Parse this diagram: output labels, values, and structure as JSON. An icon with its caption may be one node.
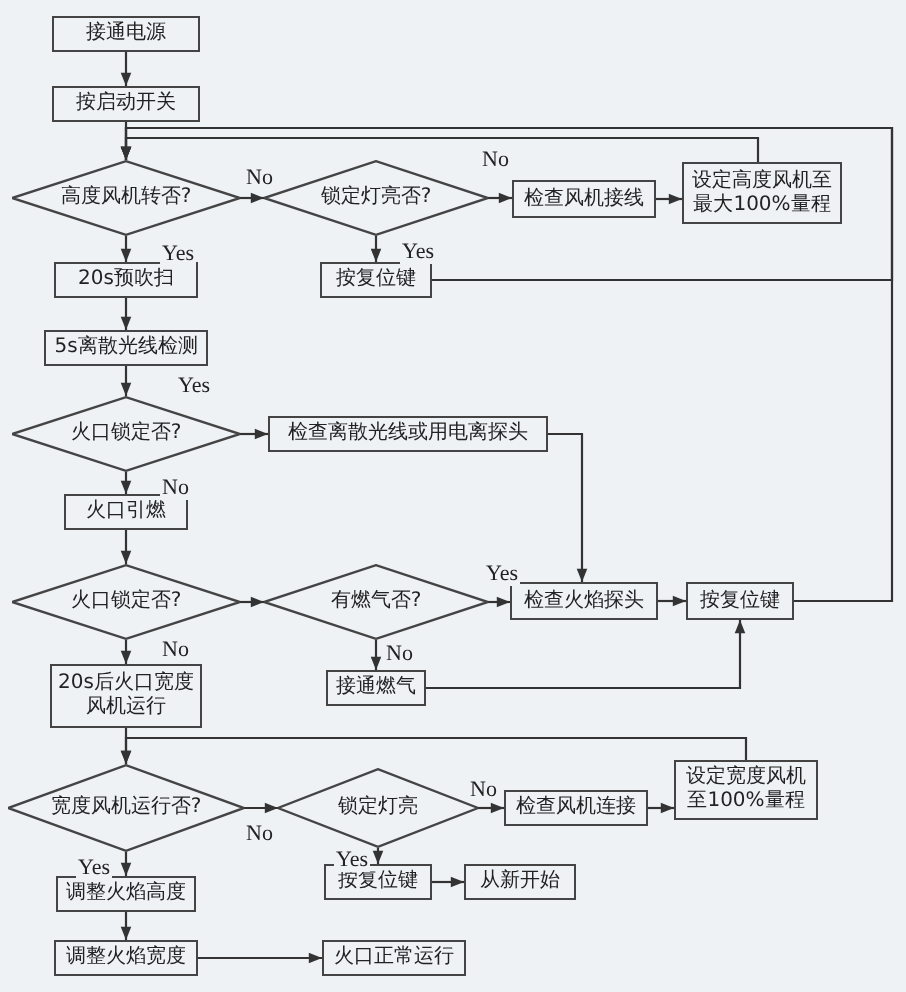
{
  "diagram": {
    "nodes": [
      {
        "text": [
          "接通电源"
        ]
      },
      {
        "text": [
          "按启动开关"
        ]
      },
      {
        "text": [
          "高度风机转否?"
        ]
      },
      {
        "text": [
          "锁定灯亮否?"
        ]
      },
      {
        "text": [
          "检查风机接线"
        ]
      },
      {
        "text": [
          "设定高度风机至最大100%量程"
        ]
      },
      {
        "text": [
          "20s预吹扫"
        ]
      },
      {
        "text": [
          "按复位键"
        ]
      },
      {
        "text": [
          "5s离散光线检测"
        ]
      },
      {
        "text": [
          "火口锁定否?"
        ]
      },
      {
        "text": [
          "检查离散光线或用电离探头"
        ]
      },
      {
        "text": [
          "火口引燃"
        ]
      },
      {
        "text": [
          "火口锁定否?"
        ]
      },
      {
        "text": [
          "有燃气否?"
        ]
      },
      {
        "text": [
          "检查火焰探头"
        ]
      },
      {
        "text": [
          "按复位键"
        ]
      },
      {
        "text": [
          "20s后火口宽度风机运行"
        ]
      },
      {
        "text": [
          "接通燃气"
        ]
      },
      {
        "text": [
          "宽度风机运行否?"
        ]
      },
      {
        "text": [
          "锁定灯亮"
        ]
      },
      {
        "text": [
          "检查风机连接"
        ]
      },
      {
        "text": [
          "设定宽度风机至100%量程"
        ]
      },
      {
        "text": [
          "调整火焰高度"
        ]
      },
      {
        "text": [
          "按复位键"
        ]
      },
      {
        "text": [
          "从新开始"
        ]
      },
      {
        "text": [
          "调整火焰宽度"
        ]
      },
      {
        "text": [
          "火口正常运行"
        ]
      }
    ],
    "edges": [
      {
        "from": 0,
        "to": 1,
        "arrow": "to"
      },
      {
        "from": 1,
        "to": 2,
        "arrow": "to"
      },
      {
        "from": 2,
        "to": 3,
        "arrow": "to",
        "label": "No"
      },
      {
        "from": 3,
        "to": 4,
        "arrow": "to",
        "label": "No"
      },
      {
        "from": 4,
        "to": 5,
        "arrow": "to"
      },
      {
        "from": 5,
        "to": 2,
        "arrow": "to"
      },
      {
        "from": 3,
        "to": 7,
        "arrow": "to",
        "label": "Yes"
      },
      {
        "from": 7,
        "to": 2,
        "arrow": "to"
      },
      {
        "from": 2,
        "to": 6,
        "arrow": "to",
        "label": "Yes"
      },
      {
        "from": 6,
        "to": 8,
        "arrow": "to"
      },
      {
        "from": 8,
        "to": 9,
        "arrow": "to",
        "label": "Yes"
      },
      {
        "from": 9,
        "to": 10,
        "arrow": "to"
      },
      {
        "from": 10,
        "to": 14,
        "arrow": "to"
      },
      {
        "from": 9,
        "to": 11,
        "arrow": "to",
        "label": "No"
      },
      {
        "from": 11,
        "to": 12,
        "arrow": "to"
      },
      {
        "from": 12,
        "to": 13,
        "arrow": "to"
      },
      {
        "from": 13,
        "to": 14,
        "arrow": "to",
        "label": "Yes"
      },
      {
        "from": 14,
        "to": 15,
        "arrow": "to"
      },
      {
        "from": 15,
        "to": 2,
        "arrow": "to"
      },
      {
        "from": 13,
        "to": 17,
        "arrow": "to",
        "label": "No"
      },
      {
        "from": 17,
        "to": 15,
        "arrow": "to"
      },
      {
        "from": 12,
        "to": 16,
        "arrow": "to",
        "label": "No"
      },
      {
        "from": 16,
        "to": 18,
        "arrow": "to"
      },
      {
        "from": 18,
        "to": 19,
        "arrow": "to",
        "label": "No"
      },
      {
        "from": 19,
        "to": 20,
        "arrow": "to",
        "label": "No"
      },
      {
        "from": 20,
        "to": 21,
        "arrow": "to"
      },
      {
        "from": 21,
        "to": 18,
        "arrow": "to"
      },
      {
        "from": 19,
        "to": 23,
        "arrow": "to",
        "label": "Yes"
      },
      {
        "from": 23,
        "to": 24,
        "arrow": "to"
      },
      {
        "from": 18,
        "to": 22,
        "arrow": "to",
        "label": "Yes"
      },
      {
        "from": 22,
        "to": 25,
        "arrow": "to"
      },
      {
        "from": 25,
        "to": 26,
        "arrow": "to"
      }
    ]
  }
}
